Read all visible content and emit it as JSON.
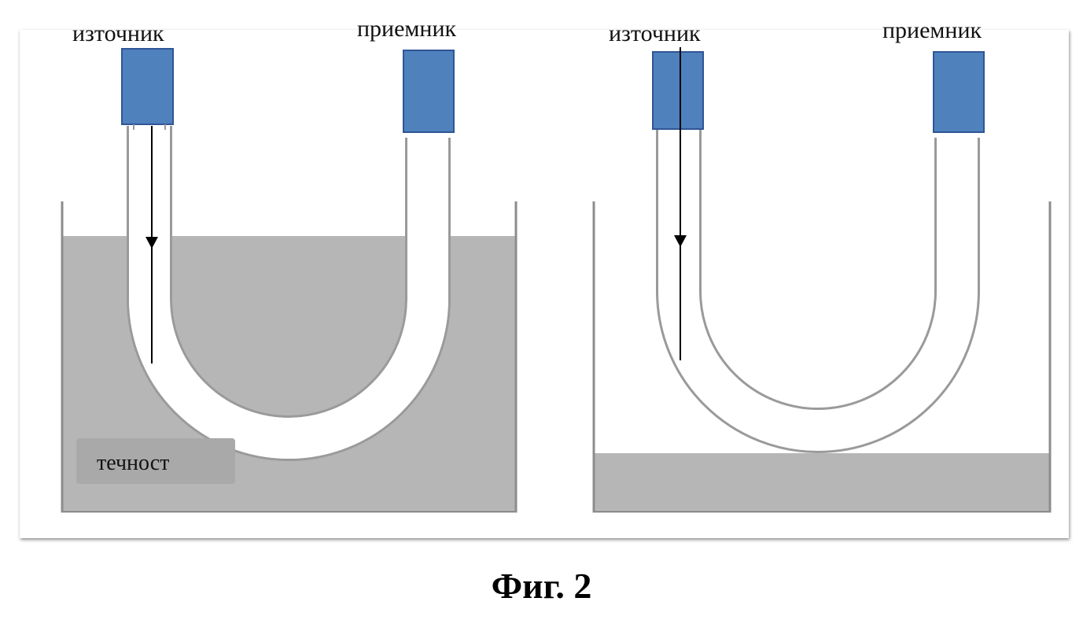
{
  "figure": {
    "caption": "Фиг. 2",
    "colors": {
      "sensor": "#4f81bd",
      "liquid": "#b6b6b6",
      "tube_wall": "#9a9a9a",
      "frame": "#8c8c8c"
    },
    "left": {
      "source_label": "източник",
      "receiver_label": "приемник",
      "liquid_label": "течност",
      "liquid_level": "high"
    },
    "right": {
      "source_label": "източник",
      "receiver_label": "приемник",
      "liquid_level": "low"
    }
  }
}
